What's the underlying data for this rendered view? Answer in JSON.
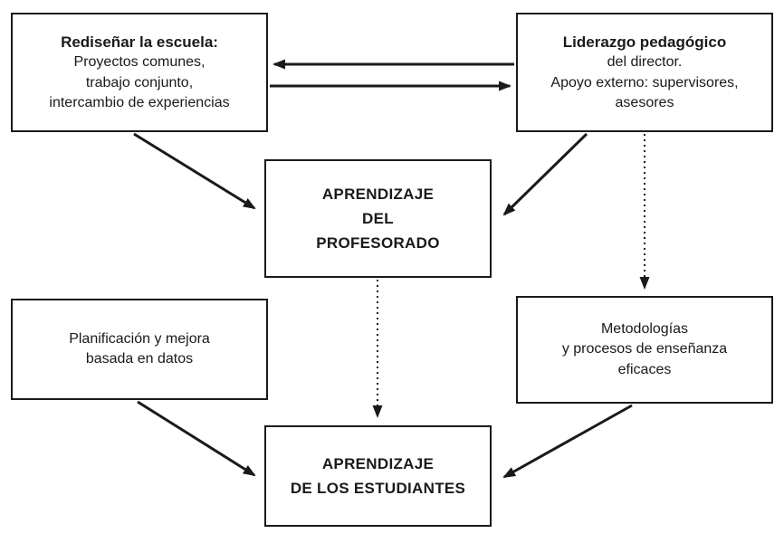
{
  "diagram": {
    "boxes": {
      "redesign_school": {
        "title": "Rediseñar la escuela:",
        "body": "Proyectos comunes,\ntrabajo conjunto,\nintercambio de experiencias"
      },
      "pedagogical_leadership": {
        "title": "Liderazgo pedagógico",
        "body": "del director.\nApoyo externo: supervisores,\nasesores"
      },
      "teacher_learning": {
        "text": "APRENDIZAJE\nDEL\nPROFESORADO"
      },
      "data_planning": {
        "text": "Planificación y mejora\nbasada en datos"
      },
      "effective_methodologies": {
        "text": "Metodologías\ny procesos de enseñanza\neficaces"
      },
      "student_learning": {
        "text": "APRENDIZAJE\nDE LOS ESTUDIANTES"
      }
    },
    "connections": [
      {
        "from": "pedagogical_leadership",
        "to": "redesign_school",
        "style": "solid"
      },
      {
        "from": "redesign_school",
        "to": "pedagogical_leadership",
        "style": "solid"
      },
      {
        "from": "redesign_school",
        "to": "teacher_learning",
        "style": "solid"
      },
      {
        "from": "pedagogical_leadership",
        "to": "teacher_learning",
        "style": "solid"
      },
      {
        "from": "pedagogical_leadership",
        "to": "effective_methodologies",
        "style": "dotted"
      },
      {
        "from": "teacher_learning",
        "to": "student_learning",
        "style": "dotted"
      },
      {
        "from": "data_planning",
        "to": "student_learning",
        "style": "solid"
      },
      {
        "from": "effective_methodologies",
        "to": "student_learning",
        "style": "solid"
      }
    ],
    "colors": {
      "line": "#1a1a1a",
      "text": "#1a1a1a",
      "box_background": "#ffffff"
    }
  }
}
